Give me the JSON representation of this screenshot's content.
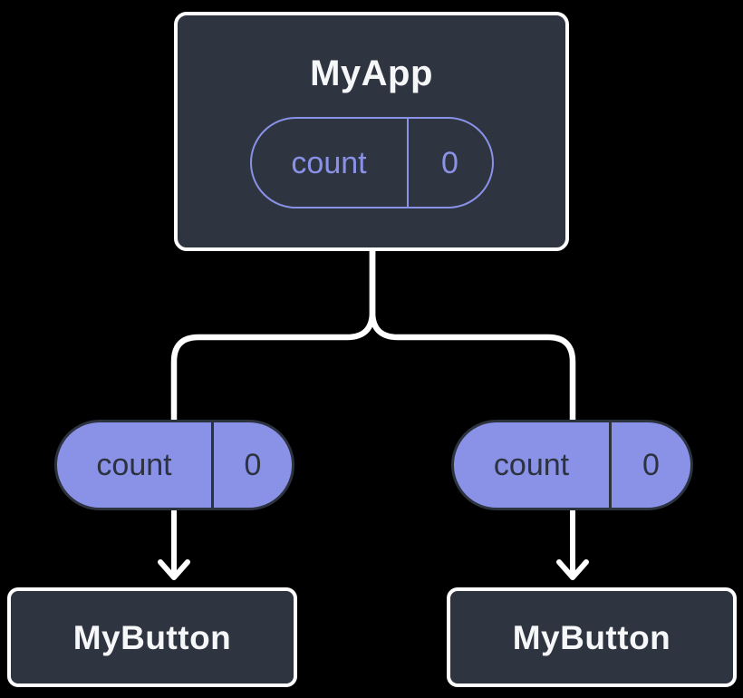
{
  "diagram": {
    "description": "Component tree: parent holds state, passes it down as props to two children",
    "root": {
      "label": "MyApp",
      "state_pill": {
        "name": "count",
        "value": "0"
      }
    },
    "children": [
      {
        "label": "MyButton",
        "prop_pill": {
          "name": "count",
          "value": "0"
        }
      },
      {
        "label": "MyButton",
        "prop_pill": {
          "name": "count",
          "value": "0"
        }
      }
    ],
    "colors": {
      "background": "#000000",
      "node_fill": "#2e3440",
      "node_border": "#ffffff",
      "node_text": "#f6f7f9",
      "accent_purple": "#8a92e8",
      "pill_dark_text": "#2d323f",
      "connector": "#ffffff"
    }
  }
}
